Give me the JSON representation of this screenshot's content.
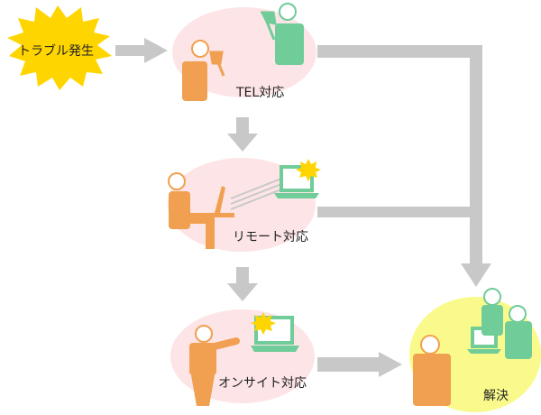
{
  "nodes": {
    "trouble": {
      "label": "トラブル発生"
    },
    "tel": {
      "label": "TEL対応"
    },
    "remote": {
      "label": "リモート対応"
    },
    "onsite": {
      "label": "オンサイト対応"
    },
    "resolve": {
      "label": "解決"
    }
  },
  "colors": {
    "orange": "#f0a050",
    "green": "#70cc98",
    "pink": "#fde4e6",
    "yellow": "#fafa8c",
    "burst": "#ffd500",
    "arrow": "#c8c8c8",
    "skin": "#ffffff"
  },
  "icons": [
    "starburst-icon",
    "person-icon",
    "phone-icon",
    "laptop-icon",
    "spark-icon"
  ]
}
